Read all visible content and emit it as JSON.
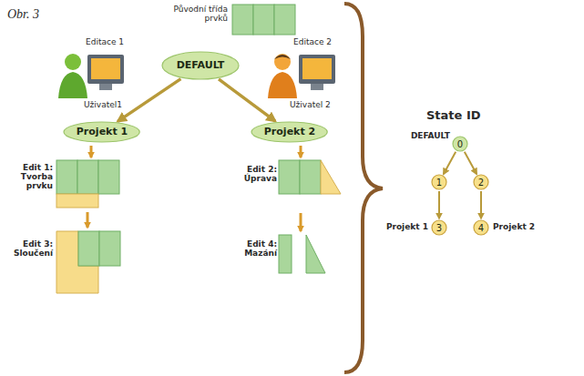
{
  "diagram": {
    "nodes": [
      {
        "text": [
          "DEFAULT"
        ]
      },
      {
        "text": [
          "Projekt 1"
        ]
      },
      {
        "text": [
          "Projekt 2"
        ]
      },
      {
        "text": [
          "0"
        ]
      },
      {
        "text": [
          "1"
        ]
      },
      {
        "text": [
          "2"
        ]
      },
      {
        "text": [
          "3"
        ]
      },
      {
        "text": [
          "4"
        ]
      }
    ],
    "edges": [
      {
        "from": 0,
        "to": 1,
        "arrow": "to"
      },
      {
        "from": 0,
        "to": 2,
        "arrow": "to"
      },
      {
        "from": 3,
        "to": 4,
        "arrow": "to"
      },
      {
        "from": 3,
        "to": 5,
        "arrow": "to"
      },
      {
        "from": 4,
        "to": 6,
        "arrow": "to"
      },
      {
        "from": 5,
        "to": 7,
        "arrow": "to"
      }
    ],
    "labels": [
      "Obr. 3",
      "Původní třída prvků",
      "Editace 1",
      "Uživatel1",
      "Editace 2",
      "Uživatel 2",
      "Edit 1: Tvorba prvku",
      "Edit 2: Úprava",
      "Edit 3: Sloučení",
      "Edit 4: Mazání",
      "State ID",
      "DEFAULT",
      "Projekt 1",
      "Projekt 2"
    ]
  }
}
